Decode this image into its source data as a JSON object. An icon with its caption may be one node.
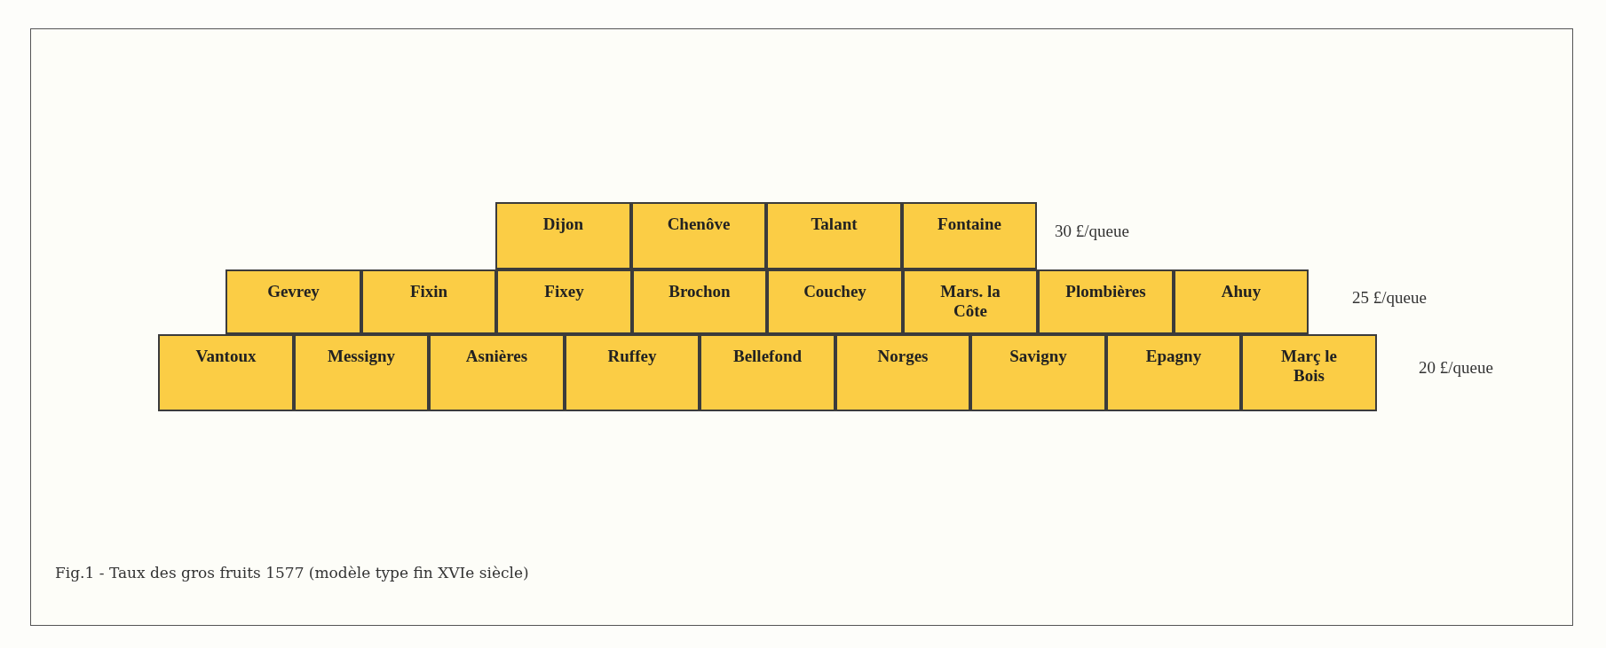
{
  "diagram": {
    "caption": "Fig.1 - Taux des gros fruits 1577 (modèle type fin XVIe siècle)",
    "nodes": [
      {
        "text": [
          "Dijon"
        ]
      },
      {
        "text": [
          "Chenôve"
        ]
      },
      {
        "text": [
          "Talant"
        ]
      },
      {
        "text": [
          "Fontaine"
        ]
      },
      {
        "text": [
          "Gevrey"
        ]
      },
      {
        "text": [
          "Fixin"
        ]
      },
      {
        "text": [
          "Fixey"
        ]
      },
      {
        "text": [
          "Brochon"
        ]
      },
      {
        "text": [
          "Couchey"
        ]
      },
      {
        "text": [
          "Mars. la Côte"
        ]
      },
      {
        "text": [
          "Plombières"
        ]
      },
      {
        "text": [
          "Ahuy"
        ]
      },
      {
        "text": [
          "Vantoux"
        ]
      },
      {
        "text": [
          "Messigny"
        ]
      },
      {
        "text": [
          "Asnières"
        ]
      },
      {
        "text": [
          "Ruffey"
        ]
      },
      {
        "text": [
          "Bellefond"
        ]
      },
      {
        "text": [
          "Norges"
        ]
      },
      {
        "text": [
          "Savigny"
        ]
      },
      {
        "text": [
          "Epagny"
        ]
      },
      {
        "text": [
          "Març le Bois"
        ]
      }
    ],
    "edges": [],
    "labels": [
      "30 £/queue",
      "25 £/queue",
      "20 £/queue"
    ]
  }
}
